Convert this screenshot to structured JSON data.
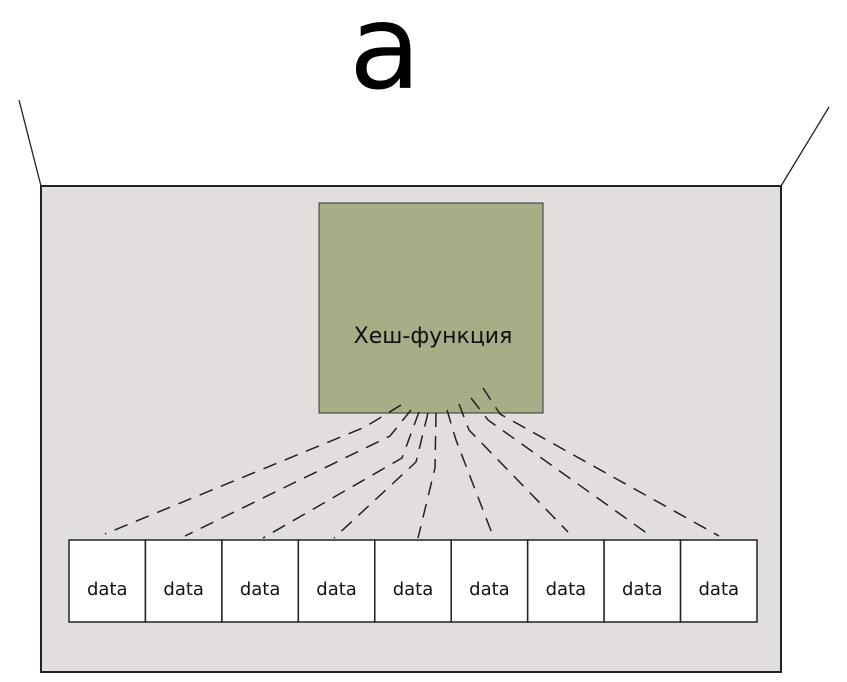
{
  "title_letter": "a",
  "hash_function_label": "Хеш-функция",
  "cells": [
    "data",
    "data",
    "data",
    "data",
    "data",
    "data",
    "data",
    "data",
    "data"
  ],
  "colors": {
    "panel_fill": "#e2dedd",
    "hash_fill": "#a5ae87",
    "cell_fill": "#ffffff",
    "stroke": "#222222"
  }
}
